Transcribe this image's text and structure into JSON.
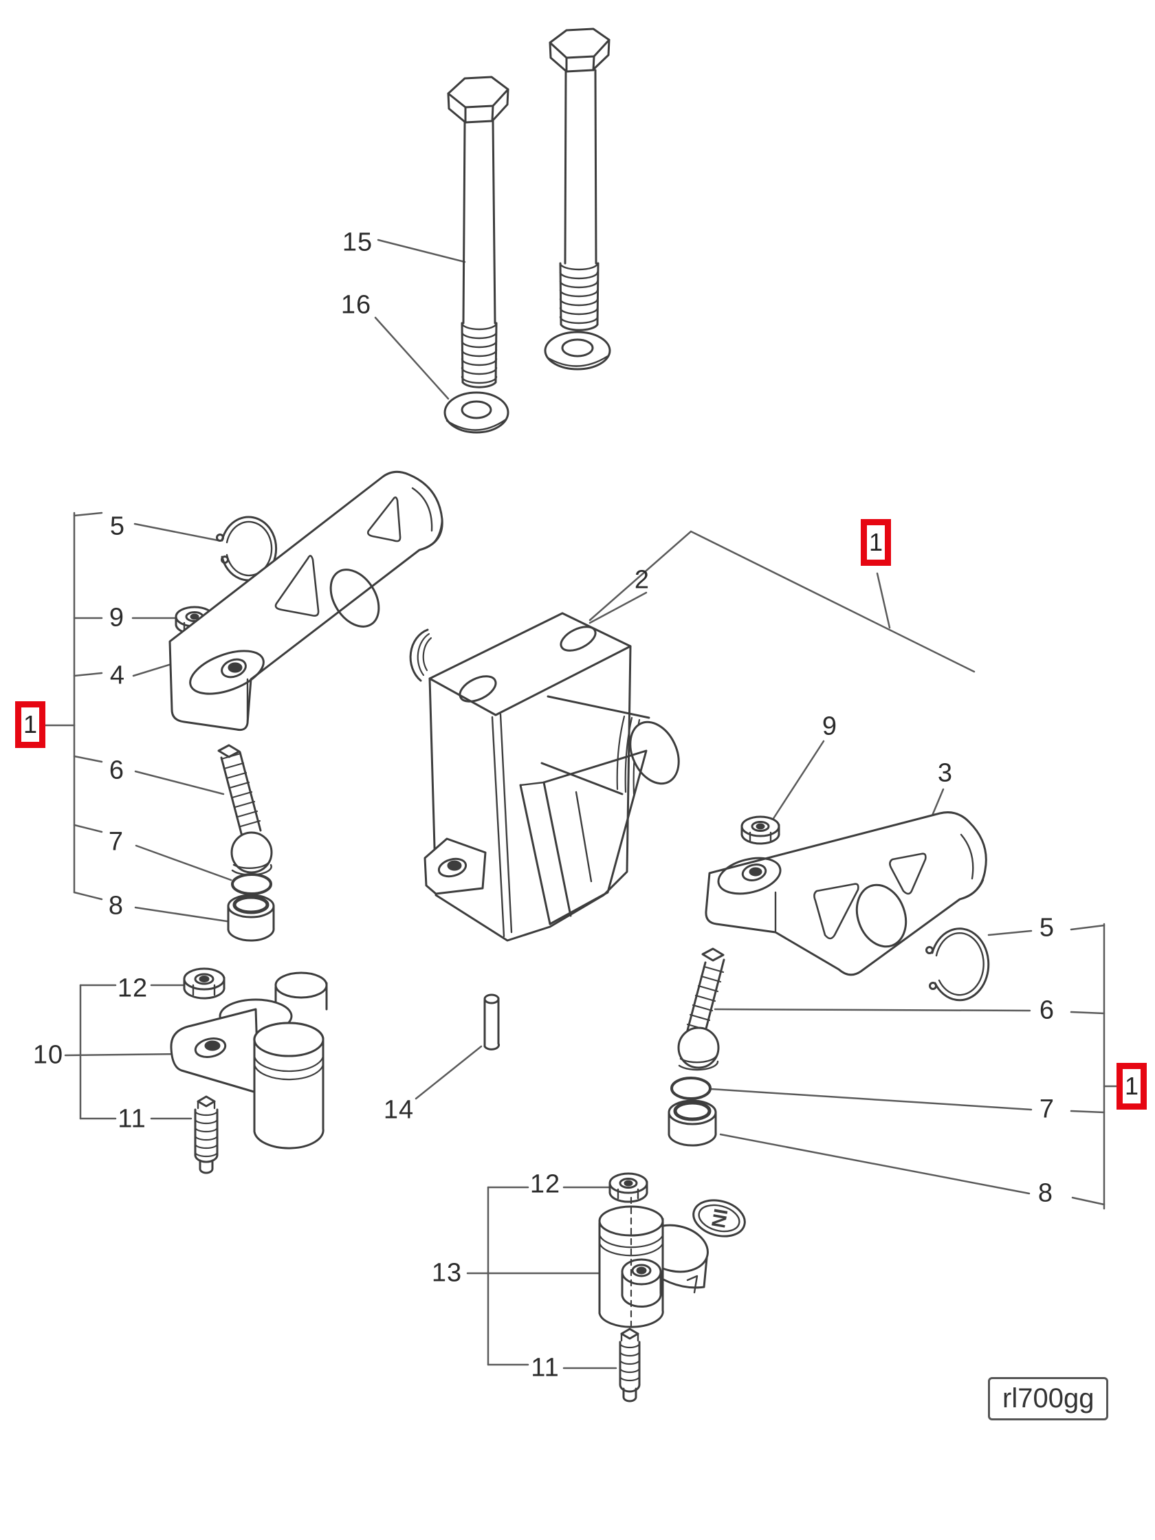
{
  "figure": {
    "code_label": "rl700gg",
    "assembly_number": "1",
    "marking": "IN"
  },
  "colors": {
    "line": "#3d3d3d",
    "leader": "#5a5a5a",
    "accent_red": "#e60612",
    "text": "#2b2b2b"
  },
  "callouts": {
    "item_2_block": "2",
    "item_3_rocker_right": "3",
    "item_4_rocker_left": "4",
    "item_5_circlip": "5",
    "item_6_ball_screw": "6",
    "item_7_oring": "7",
    "item_8_bushing": "8",
    "item_9_nut": "9",
    "item_10_bellcrank": "10",
    "item_11_stud": "11",
    "item_12_nut": "12",
    "item_13_lever": "13",
    "item_14_pin": "14",
    "item_15_bolt": "15",
    "item_16_washer": "16"
  }
}
